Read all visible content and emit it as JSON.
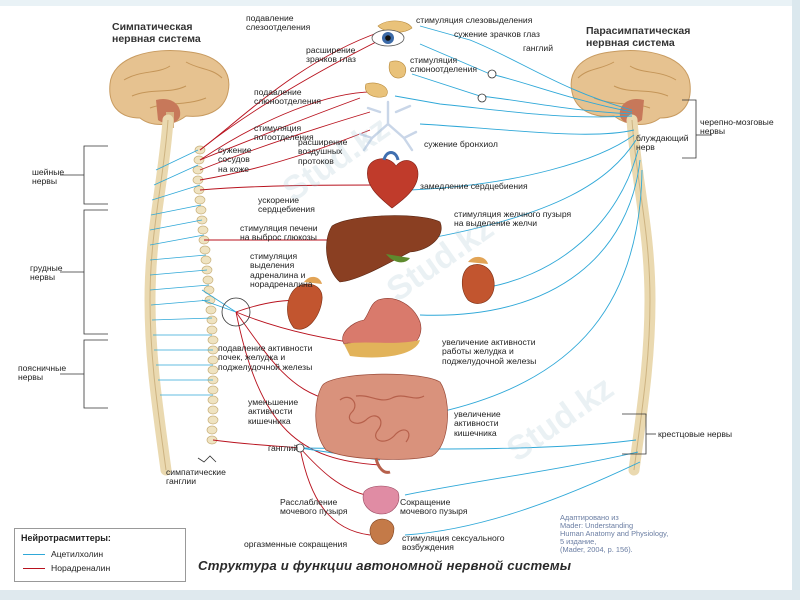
{
  "headers": {
    "sympathetic": "Симпатическая\nнервная система",
    "parasympathetic": "Парасимпатическая\nнервная система"
  },
  "labels": {
    "lacrimation_suppress": "подавление\nслезоотделения",
    "lacrimation_stim": "стимуляция слезовыделения",
    "pupil_constrict": "сужение зрачков глаз",
    "ganglion_top": "ганглий",
    "pupil_dilate": "расширение\nзрачков глаз",
    "saliva_stim": "стимуляция\nслюноотделения",
    "saliva_suppress": "подавление\nслюноотделения",
    "sweat_stim": "стимуляция\nпотоотделения",
    "skin_vessels": "сужение\nсосудов\nна коже",
    "airway_dilate": "расширение\nвоздушных\nпротоков",
    "bronchi_constrict": "сужение бронхиол",
    "heart_slow": "замедление сердцебиения",
    "heart_fast": "ускорение\nсердцебиения",
    "bile_stim": "стимуляция желчного пузыря\nна выделение желчи",
    "glucose": "стимуляция печени\nна выброс глюкозы",
    "adrenaline": "стимуляция\nвыделения\nадреналина и\nнорадреналина",
    "stomach_up": "увеличение активности\nработы желудка и\nподжелудочной железы",
    "kidney_suppress": "подавление активности\nпочек, желудка и\nподжелудочной железы",
    "intestine_down": "уменьшение\nактивности\nкишечника",
    "intestine_up": "увеличение\nактивности\nкишечника",
    "ganglion_bottom": "ганглий",
    "bladder_relax": "Расслабление\nмочевого пузыря",
    "bladder_contract": "Сокращение\nмочевого пузыря",
    "orgasm": "оргазменные сокращения",
    "sexual_arousal": "стимуляция сексуального\nвозбуждения",
    "symp_ganglia": "симпатические\nганглии"
  },
  "side_labels": {
    "cervical": "шейные\nнервы",
    "thoracic": "грудные\nнервы",
    "lumbar": "поясничные\nнервы",
    "cranial": "черепно-мозговые\nнервы",
    "vagus": "блуждающий\nнерв",
    "sacral": "крестцовые нервы"
  },
  "legend": {
    "title": "Нейротрасмиттеры:",
    "items": [
      {
        "label": "Ацетилхолин",
        "color": "#2fa8d8"
      },
      {
        "label": "Норадреналин",
        "color": "#b8121e"
      }
    ]
  },
  "credit": "Адаптировано из\nMader: Understanding\nHuman Anatomy and Physiology,\n5 издание,\n(Mader, 2004, p. 156).",
  "title": "Структура и функции автономной нервной системы",
  "watermark": "Stud.kz",
  "colors": {
    "acetylcholine": "#2fa8d8",
    "noradrenaline": "#b8121e",
    "brain": "#e6c290",
    "spine": "#ead9b0",
    "organ_red": "#c03b2b",
    "liver": "#8a3f22"
  }
}
